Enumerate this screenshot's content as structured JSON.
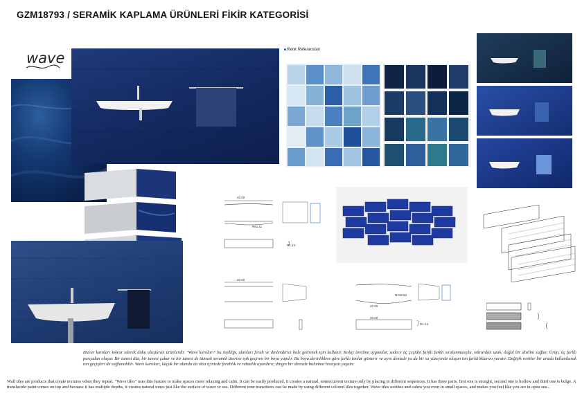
{
  "header": {
    "title": "GZM18793  /  SERAMİK KAPLAMA ÜRÜNLERİ FİKİR KATEGORİSİ"
  },
  "logo": {
    "text": "wave"
  },
  "references": {
    "label": "Renk Referansları"
  },
  "drawings": {
    "dim_width_1": "20.00",
    "dim_radius_1": "R61.11",
    "dim_radius_2": "R1.13",
    "dim_width_2": "20.00",
    "dim_width_3": "20.00",
    "dim_radius_3": "R218.53",
    "dim_width_4": "20.00",
    "dim_radius_4": "R1.13"
  },
  "description": {
    "turkish": "Duvar karoları tekrar ederek doku oluşturan ürünlerdir. \"Wave karoları\" bu özelliği, alanları ferah ve dinlendirici hale getirmek için kullanır. Kolay üretime uygundur, sadece üç çeşidin farklı farklı sıralanmasıyla, tekrardan uzak, doğal bir dizilim sağlar. Ürün, üç farklı parçadan oluşur. Bir tanesi düz, bir tanesi çukur ve bir tanesi de tümsek seramik üzerine ışık geçiren bir boya yapılır. Bu boya derinliklere göre farklı tonlar gösterir ve aynı denizde ya da bir su yüzeyinde oluşan ton farklılıklarını yaratır.  Değişik renkler bir arada kullanılarak ton geçişleri de sağlanabilir.  Wave karoları, küçük bir alanda da olsa içinizde ferahlık ve rahatlık uyandırır, dingin bir denizde bulunma hissiyatı yaşatır.",
    "english": "Wall tiles are products that create textures when they repeat. \"Wave tiles\" uses this feature to make spaces more relaxing and calm. It can be easily produced, it creates a natural, nonrecurrent texture only by placing in different sequences. It has three parts, first one is straight, second one is hollow and third one is bulge. A translucide paint comes on top and because it has multiple depths, it creates natural tones just like the surface of water or sea. Different tone transitions can be made by using different colored tiles together. Wave tiles soothes and calms you even in small spaces, and makes you feel like you are in open sea..."
  },
  "colors": {
    "navy": "#142a62",
    "deep_blue": "#0b2450",
    "accent_blue": "#2b66c4"
  }
}
